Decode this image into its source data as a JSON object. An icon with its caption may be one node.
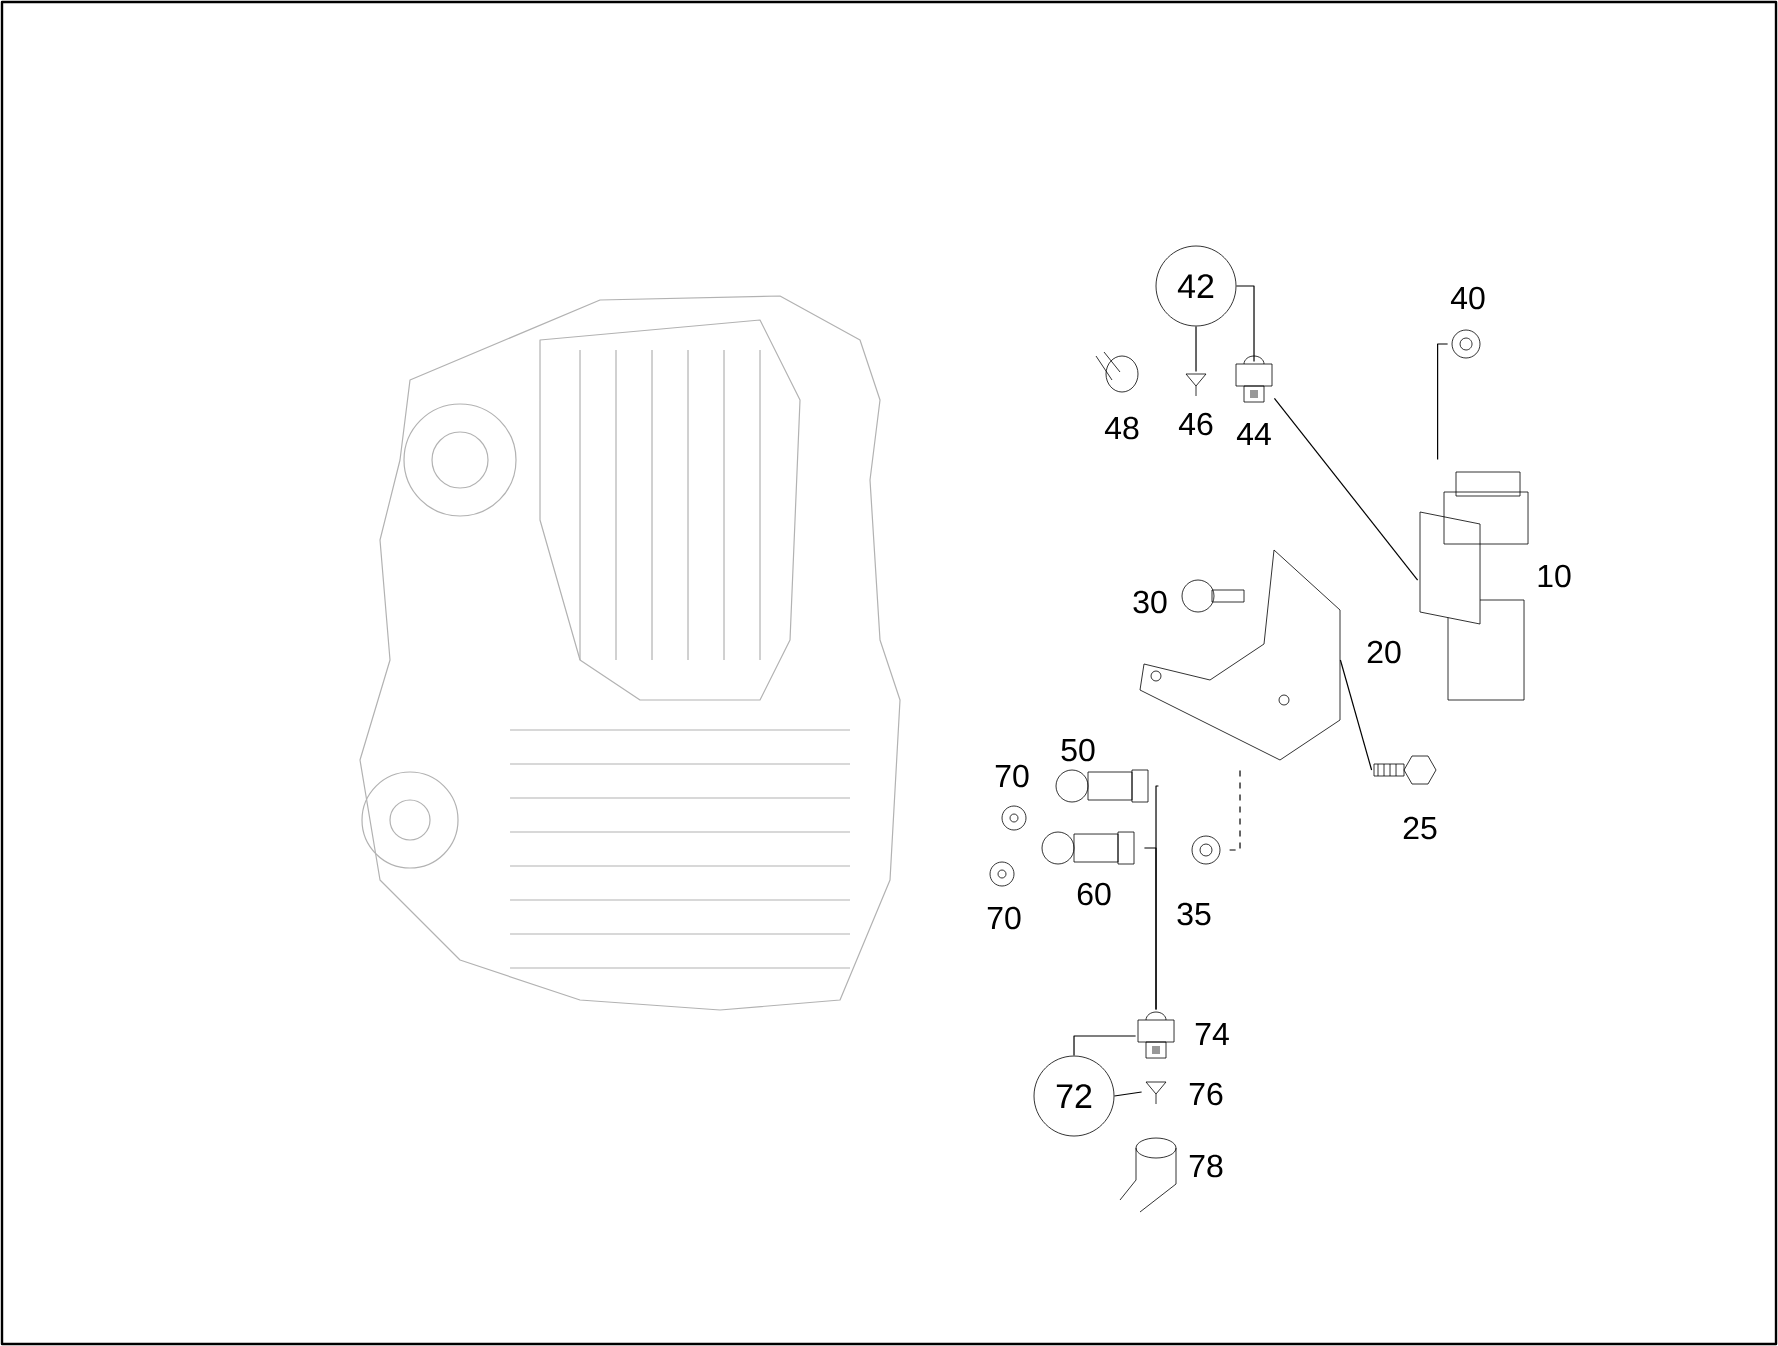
{
  "diagram": {
    "nodes": [
      {
        "text": [
          "42"
        ]
      },
      {
        "text": [],
        "shape": "picture"
      },
      {
        "text": [],
        "shape": "picture"
      },
      {
        "text": [],
        "shape": "picture"
      },
      {
        "text": [],
        "shape": "picture"
      },
      {
        "text": [],
        "shape": "picture"
      },
      {
        "text": [],
        "shape": "picture"
      },
      {
        "text": [],
        "shape": "picture"
      },
      {
        "text": [],
        "shape": "picture"
      },
      {
        "text": [],
        "shape": "picture"
      },
      {
        "text": [],
        "shape": "picture"
      },
      {
        "text": [
          "72"
        ]
      },
      {
        "text": [],
        "shape": "picture"
      }
    ],
    "edges": [
      {
        "from": 0,
        "to": 1,
        "arrow": "none"
      },
      {
        "from": 0,
        "to": 2,
        "arrow": "none"
      },
      {
        "from": 2,
        "to": 4,
        "arrow": "none"
      },
      {
        "from": 3,
        "to": 4,
        "arrow": "none"
      },
      {
        "from": 5,
        "to": 6,
        "arrow": "none"
      },
      {
        "from": 5,
        "to": 7,
        "arrow": "none",
        "style": "dashed"
      },
      {
        "from": 8,
        "to": 10,
        "arrow": "none"
      },
      {
        "from": 9,
        "to": 10,
        "arrow": "none"
      },
      {
        "from": 11,
        "to": 10,
        "arrow": "none"
      },
      {
        "from": 11,
        "to": 12,
        "arrow": "none"
      }
    ],
    "labels": [
      "40",
      "48",
      "46",
      "44",
      "10",
      "30",
      "20",
      "50",
      "70",
      "25",
      "60",
      "35",
      "70",
      "74",
      "76",
      "78"
    ]
  }
}
